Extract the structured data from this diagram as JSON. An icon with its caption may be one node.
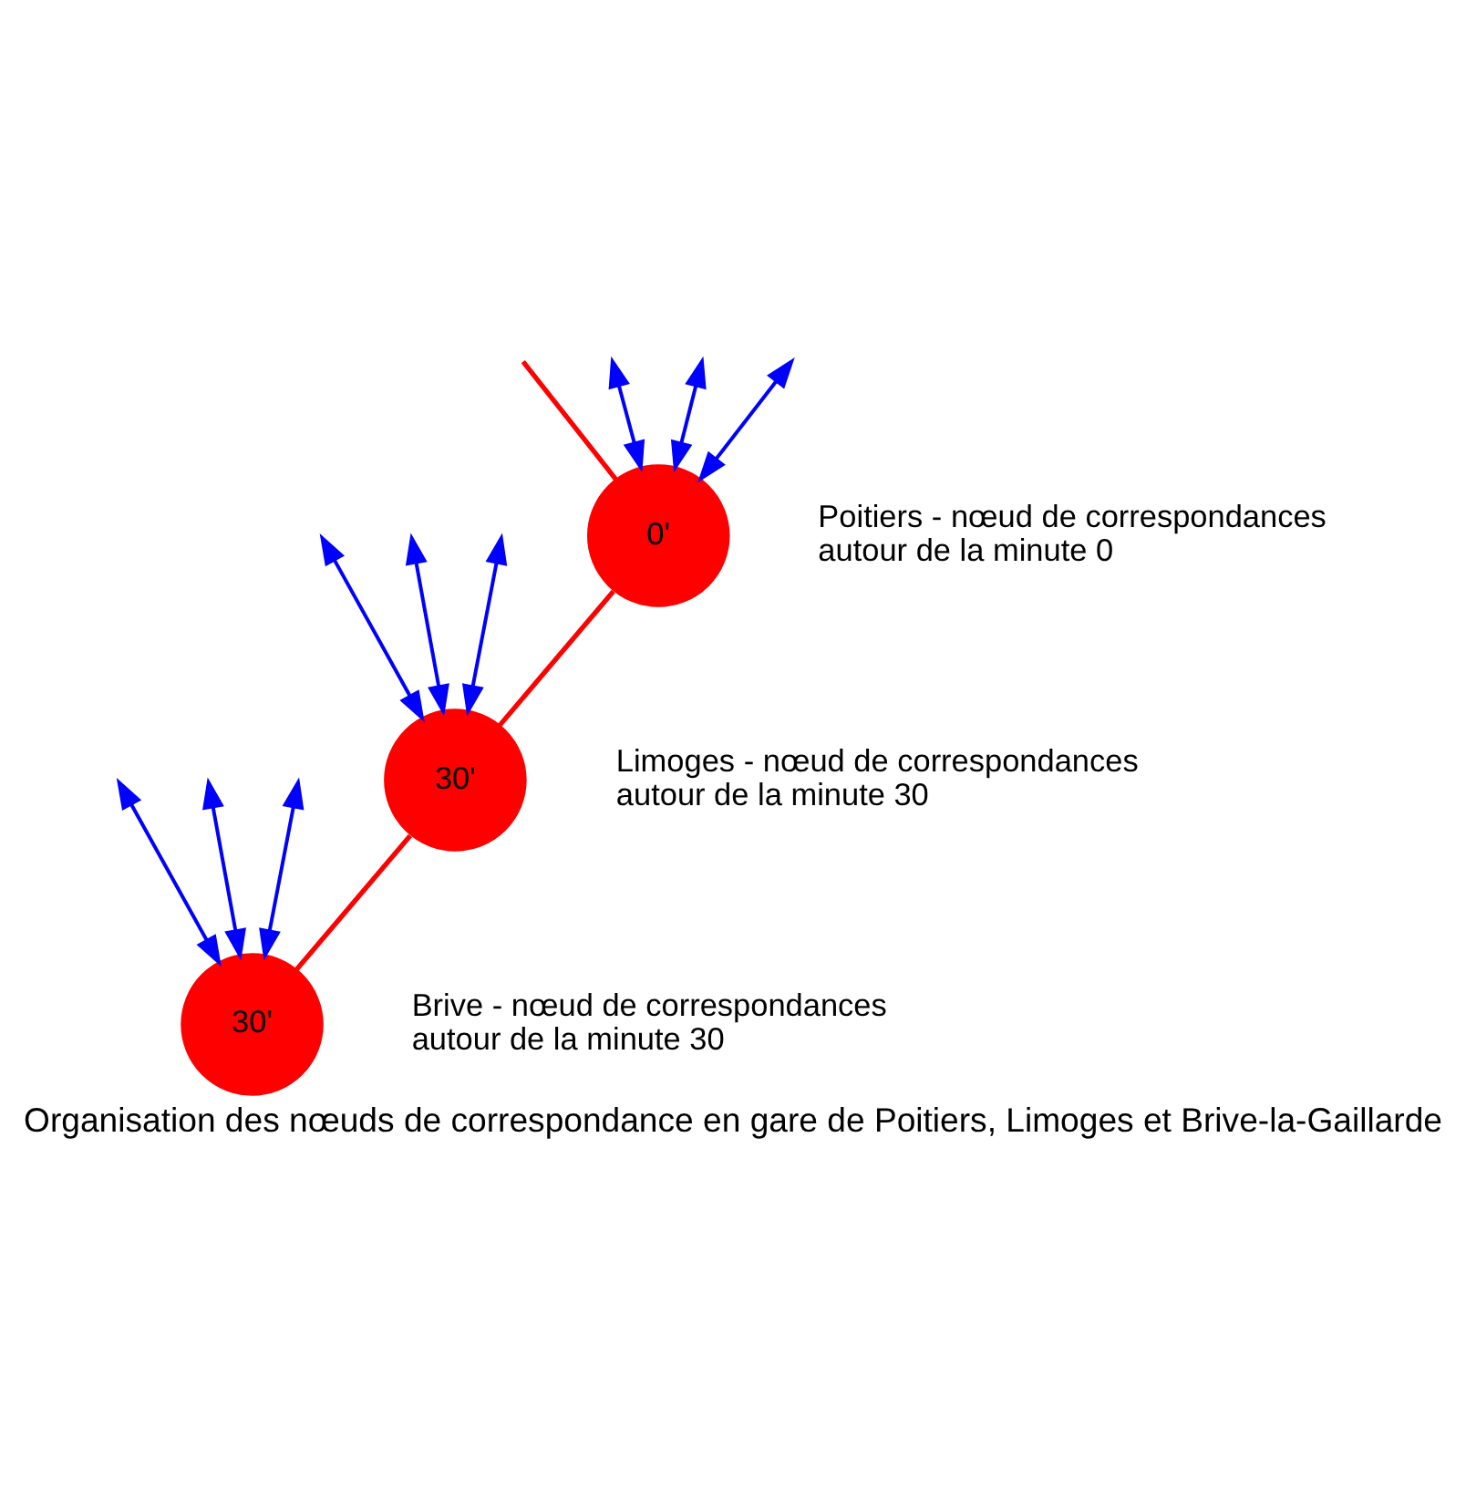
{
  "diagram": {
    "caption": "Organisation des nœuds de correspondance en gare de Poitiers, Limoges et Brive-la-Gaillarde",
    "nodes": [
      {
        "text": [
          "0'"
        ],
        "beside": [
          "Poitiers - nœud de correspondances autour de la minute 0"
        ]
      },
      {
        "text": [
          "30'"
        ],
        "beside": [
          "Limoges - nœud de correspondances autour de la minute 30"
        ]
      },
      {
        "text": [
          "30'"
        ],
        "beside": [
          "Brive - nœud de correspondances autour de la minute 30"
        ]
      }
    ],
    "edges": [
      {
        "from": null,
        "to": 0,
        "arrow": "none",
        "color": "#ff0000"
      },
      {
        "from": 0,
        "to": 1,
        "arrow": "none",
        "color": "#ff0000"
      },
      {
        "from": 1,
        "to": 2,
        "arrow": "none",
        "color": "#ff0000"
      },
      {
        "from": null,
        "to": 0,
        "arrow": "both"
      },
      {
        "from": null,
        "to": 0,
        "arrow": "both"
      },
      {
        "from": null,
        "to": 0,
        "arrow": "both"
      },
      {
        "from": null,
        "to": 1,
        "arrow": "both"
      },
      {
        "from": null,
        "to": 1,
        "arrow": "both"
      },
      {
        "from": null,
        "to": 1,
        "arrow": "both"
      },
      {
        "from": null,
        "to": 2,
        "arrow": "both"
      },
      {
        "from": null,
        "to": 2,
        "arrow": "both"
      },
      {
        "from": null,
        "to": 2,
        "arrow": "both"
      }
    ]
  }
}
